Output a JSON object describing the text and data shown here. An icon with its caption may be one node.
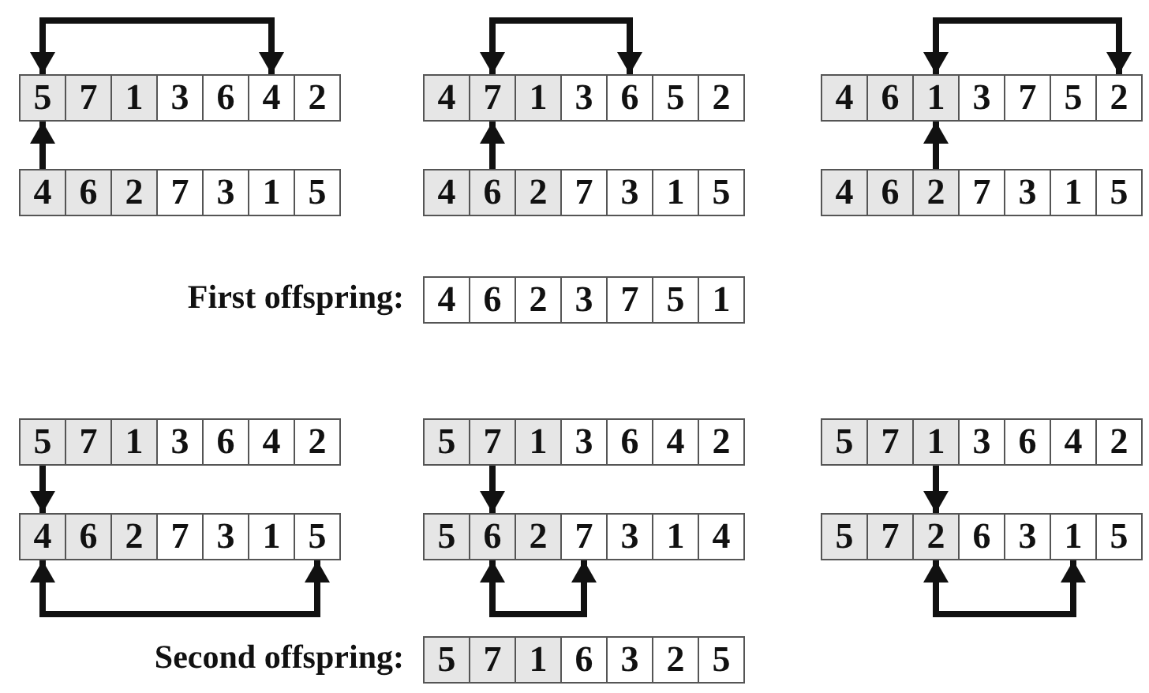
{
  "diagram": {
    "nodes": [
      {
        "text": [
          "5"
        ]
      },
      {
        "text": [
          "7"
        ]
      },
      {
        "text": [
          "1"
        ]
      },
      {
        "text": [
          "3"
        ]
      },
      {
        "text": [
          "6"
        ]
      },
      {
        "text": [
          "4"
        ]
      },
      {
        "text": [
          "2"
        ]
      },
      {
        "text": [
          "4"
        ]
      },
      {
        "text": [
          "7"
        ]
      },
      {
        "text": [
          "1"
        ]
      },
      {
        "text": [
          "3"
        ]
      },
      {
        "text": [
          "6"
        ]
      },
      {
        "text": [
          "5"
        ]
      },
      {
        "text": [
          "2"
        ]
      },
      {
        "text": [
          "4"
        ]
      },
      {
        "text": [
          "6"
        ]
      },
      {
        "text": [
          "1"
        ]
      },
      {
        "text": [
          "3"
        ]
      },
      {
        "text": [
          "7"
        ]
      },
      {
        "text": [
          "5"
        ]
      },
      {
        "text": [
          "2"
        ]
      },
      {
        "text": [
          "4"
        ]
      },
      {
        "text": [
          "6"
        ]
      },
      {
        "text": [
          "2"
        ]
      },
      {
        "text": [
          "7"
        ]
      },
      {
        "text": [
          "3"
        ]
      },
      {
        "text": [
          "1"
        ]
      },
      {
        "text": [
          "5"
        ]
      },
      {
        "text": [
          "4"
        ]
      },
      {
        "text": [
          "6"
        ]
      },
      {
        "text": [
          "2"
        ]
      },
      {
        "text": [
          "7"
        ]
      },
      {
        "text": [
          "3"
        ]
      },
      {
        "text": [
          "1"
        ]
      },
      {
        "text": [
          "5"
        ]
      },
      {
        "text": [
          "4"
        ]
      },
      {
        "text": [
          "6"
        ]
      },
      {
        "text": [
          "2"
        ]
      },
      {
        "text": [
          "7"
        ]
      },
      {
        "text": [
          "3"
        ]
      },
      {
        "text": [
          "1"
        ]
      },
      {
        "text": [
          "5"
        ]
      },
      {
        "text": [
          "4"
        ]
      },
      {
        "text": [
          "6"
        ]
      },
      {
        "text": [
          "2"
        ]
      },
      {
        "text": [
          "3"
        ]
      },
      {
        "text": [
          "7"
        ]
      },
      {
        "text": [
          "5"
        ]
      },
      {
        "text": [
          "1"
        ]
      },
      {
        "text": [
          "5"
        ]
      },
      {
        "text": [
          "7"
        ]
      },
      {
        "text": [
          "1"
        ]
      },
      {
        "text": [
          "3"
        ]
      },
      {
        "text": [
          "6"
        ]
      },
      {
        "text": [
          "4"
        ]
      },
      {
        "text": [
          "2"
        ]
      },
      {
        "text": [
          "5"
        ]
      },
      {
        "text": [
          "7"
        ]
      },
      {
        "text": [
          "1"
        ]
      },
      {
        "text": [
          "3"
        ]
      },
      {
        "text": [
          "6"
        ]
      },
      {
        "text": [
          "4"
        ]
      },
      {
        "text": [
          "2"
        ]
      },
      {
        "text": [
          "5"
        ]
      },
      {
        "text": [
          "7"
        ]
      },
      {
        "text": [
          "1"
        ]
      },
      {
        "text": [
          "3"
        ]
      },
      {
        "text": [
          "6"
        ]
      },
      {
        "text": [
          "4"
        ]
      },
      {
        "text": [
          "2"
        ]
      },
      {
        "text": [
          "4"
        ]
      },
      {
        "text": [
          "6"
        ]
      },
      {
        "text": [
          "2"
        ]
      },
      {
        "text": [
          "7"
        ]
      },
      {
        "text": [
          "3"
        ]
      },
      {
        "text": [
          "1"
        ]
      },
      {
        "text": [
          "5"
        ]
      },
      {
        "text": [
          "5"
        ]
      },
      {
        "text": [
          "6"
        ]
      },
      {
        "text": [
          "2"
        ]
      },
      {
        "text": [
          "7"
        ]
      },
      {
        "text": [
          "3"
        ]
      },
      {
        "text": [
          "1"
        ]
      },
      {
        "text": [
          "4"
        ]
      },
      {
        "text": [
          "5"
        ]
      },
      {
        "text": [
          "7"
        ]
      },
      {
        "text": [
          "2"
        ]
      },
      {
        "text": [
          "6"
        ]
      },
      {
        "text": [
          "3"
        ]
      },
      {
        "text": [
          "1"
        ]
      },
      {
        "text": [
          "5"
        ]
      },
      {
        "text": [
          "5"
        ]
      },
      {
        "text": [
          "7"
        ]
      },
      {
        "text": [
          "1"
        ]
      },
      {
        "text": [
          "6"
        ]
      },
      {
        "text": [
          "3"
        ]
      },
      {
        "text": [
          "2"
        ]
      },
      {
        "text": [
          "5"
        ]
      }
    ],
    "edges": [
      {
        "from": 0,
        "to": 5,
        "arrow": "both"
      },
      {
        "from": 21,
        "to": 0,
        "arrow": "to"
      },
      {
        "from": 8,
        "to": 11,
        "arrow": "both"
      },
      {
        "from": 29,
        "to": 8,
        "arrow": "to"
      },
      {
        "from": 16,
        "to": 20,
        "arrow": "both"
      },
      {
        "from": 37,
        "to": 16,
        "arrow": "to"
      },
      {
        "from": 49,
        "to": 70,
        "arrow": "to"
      },
      {
        "from": 70,
        "to": 76,
        "arrow": "both"
      },
      {
        "from": 57,
        "to": 78,
        "arrow": "to"
      },
      {
        "from": 78,
        "to": 80,
        "arrow": "both"
      },
      {
        "from": 65,
        "to": 86,
        "arrow": "to"
      },
      {
        "from": 86,
        "to": 89,
        "arrow": "both"
      }
    ],
    "labels": [
      "First offspring:",
      "Second offspring:"
    ]
  }
}
